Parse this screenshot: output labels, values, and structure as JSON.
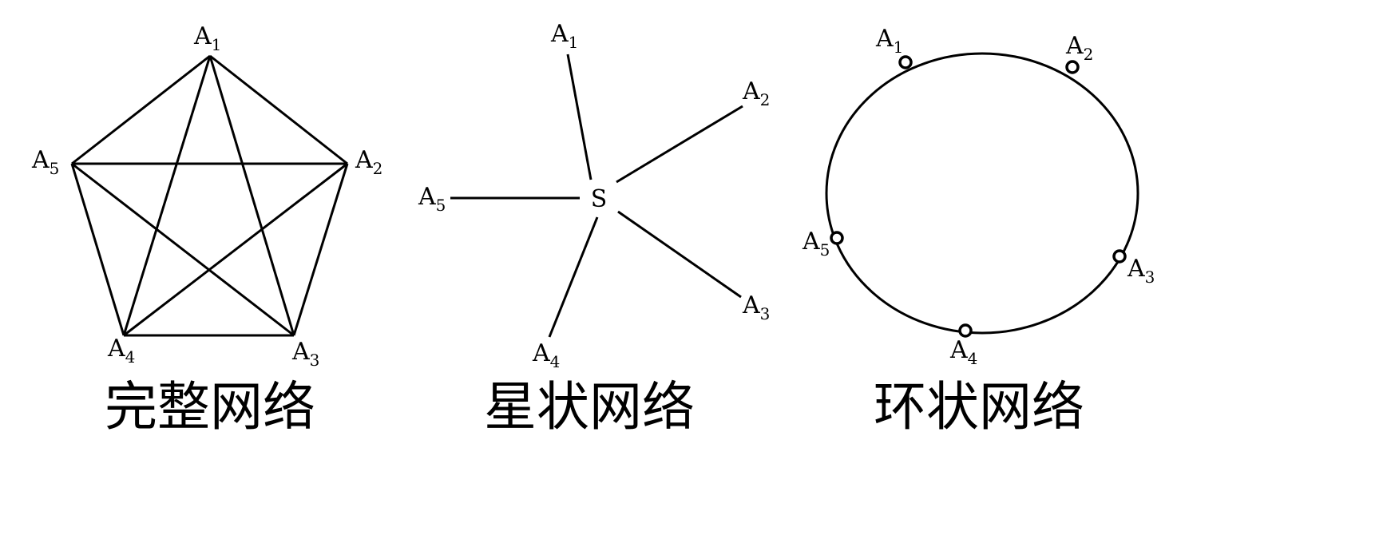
{
  "diagrams": {
    "complete": {
      "caption": "完整网络",
      "nodes": [
        {
          "id": "A1",
          "base": "A",
          "sub": "1"
        },
        {
          "id": "A2",
          "base": "A",
          "sub": "2"
        },
        {
          "id": "A3",
          "base": "A",
          "sub": "3"
        },
        {
          "id": "A4",
          "base": "A",
          "sub": "4"
        },
        {
          "id": "A5",
          "base": "A",
          "sub": "5"
        }
      ]
    },
    "star": {
      "caption": "星状网络",
      "center": "S",
      "nodes": [
        {
          "id": "A1",
          "base": "A",
          "sub": "1"
        },
        {
          "id": "A2",
          "base": "A",
          "sub": "2"
        },
        {
          "id": "A3",
          "base": "A",
          "sub": "3"
        },
        {
          "id": "A4",
          "base": "A",
          "sub": "4"
        },
        {
          "id": "A5",
          "base": "A",
          "sub": "5"
        }
      ]
    },
    "ring": {
      "caption": "环状网络",
      "nodes": [
        {
          "id": "A1",
          "base": "A",
          "sub": "1"
        },
        {
          "id": "A2",
          "base": "A",
          "sub": "2"
        },
        {
          "id": "A3",
          "base": "A",
          "sub": "3"
        },
        {
          "id": "A4",
          "base": "A",
          "sub": "4"
        },
        {
          "id": "A5",
          "base": "A",
          "sub": "5"
        }
      ]
    }
  }
}
